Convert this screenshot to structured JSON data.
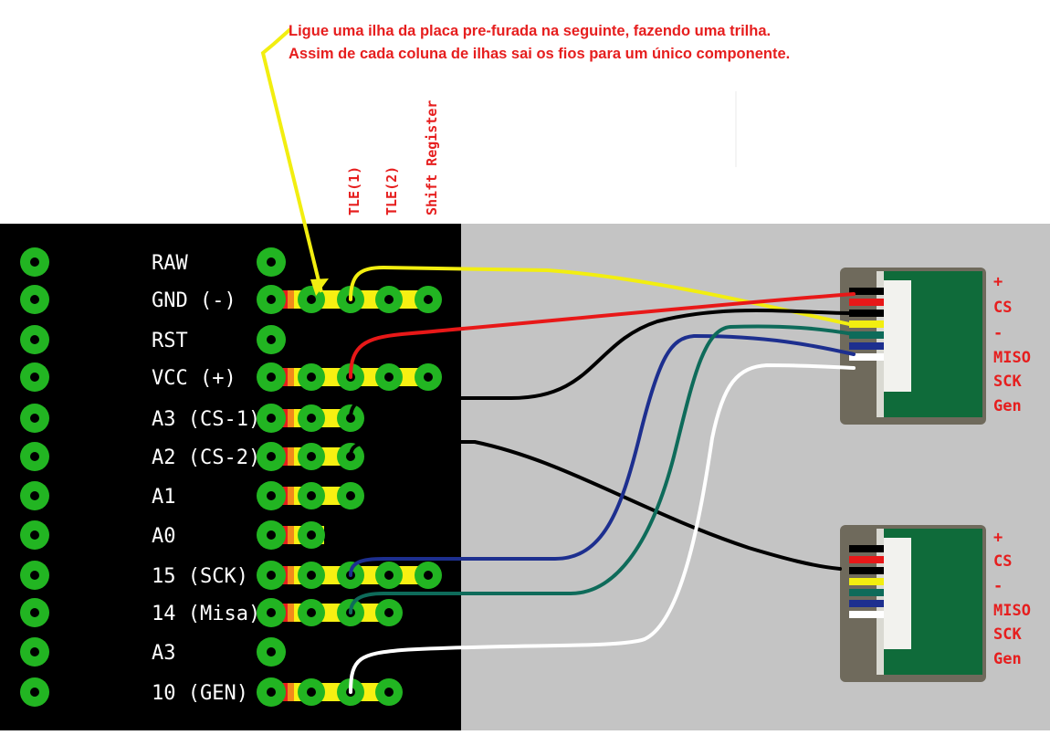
{
  "annotation": {
    "line1": "Ligue uma ilha da placa pre-furada na seguinte, fazendo uma trilha.",
    "line2": "Assim de cada coluna de ilhas sai os fios para um único componente."
  },
  "columns": [
    "TLE(1)",
    "TLE(2)",
    "Shift Register"
  ],
  "pins": [
    "RAW",
    "GND (-)",
    "RST",
    "VCC (+)",
    "A3 (CS-1)",
    "A2 (CS-2)",
    "A1",
    "A0",
    "15 (SCK)",
    "14 (Misa)",
    "A3",
    "10 (GEN)"
  ],
  "modules": [
    {
      "labels": [
        "+",
        "CS",
        "-",
        "MISO",
        "SCK",
        "Gen"
      ]
    },
    {
      "labels": [
        "+",
        "CS",
        "-",
        "MISO",
        "SCK",
        "Gen"
      ]
    }
  ],
  "colors": {
    "board": "#000000",
    "pad": "#22b522",
    "trace_yellow": "#f7f012",
    "trace_red": "#e81e1e",
    "trace_orange": "#f28a1a",
    "label": "#e61e1e",
    "wire_yellow": "#f2ee10",
    "wire_red": "#e81818",
    "wire_black": "#000000",
    "wire_green": "#0e6b5a",
    "wire_blue": "#1d2f8f",
    "wire_white": "#ffffff",
    "right_panel": "#c4c4c4"
  }
}
